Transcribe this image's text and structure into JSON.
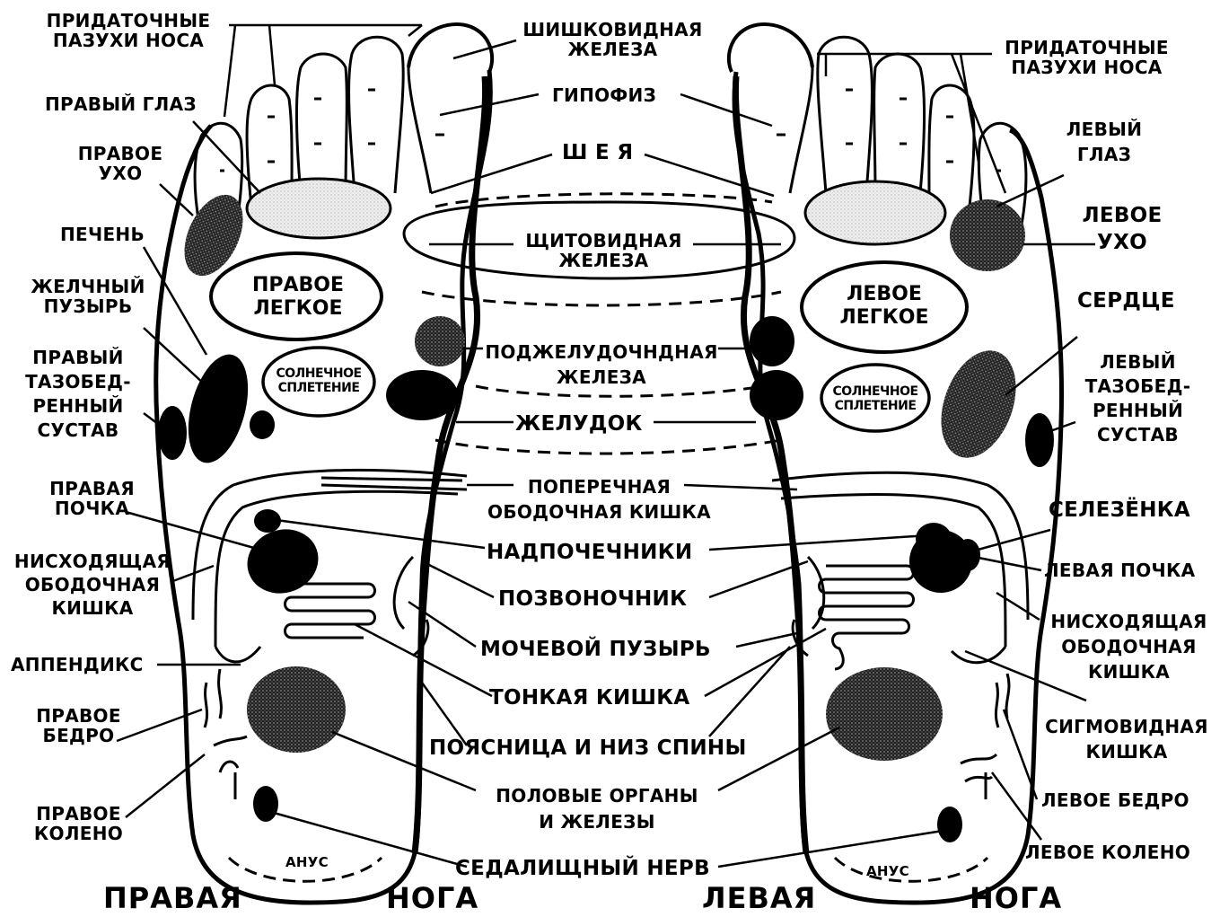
{
  "labels": {
    "sinuses_r": [
      "ПРИДАТОЧНЫЕ",
      "ПАЗУХИ НОСА"
    ],
    "right_eye": "ПРАВЫЙ ГЛАЗ",
    "right_ear": [
      "ПРАВОЕ",
      "УХО"
    ],
    "liver": "ПЕЧЕНЬ",
    "gallbladder": [
      "ЖЕЛЧНЫЙ",
      "ПУЗЫРЬ"
    ],
    "right_hip": [
      "ПРАВЫЙ",
      "ТАЗОБЕД-",
      "РЕННЫЙ",
      "СУСТАВ"
    ],
    "right_kidney": [
      "ПРАВАЯ",
      "ПОЧКА"
    ],
    "descending_colon_r": [
      "НИСХОДЯЩАЯ",
      "ОБОДОЧНАЯ",
      "КИШКА"
    ],
    "appendix": "АППЕНДИКС",
    "right_thigh": [
      "ПРАВОЕ",
      "БЕДРО"
    ],
    "right_knee": [
      "ПРАВОЕ",
      "КОЛЕНО"
    ],
    "pineal": [
      "ШИШКОВИДНАЯ",
      "ЖЕЛЕЗА"
    ],
    "pituitary": "ГИПОФИЗ",
    "neck": "Ш Е Я",
    "thyroid": [
      "ЩИТОВИДНАЯ",
      "ЖЕЛЕЗА"
    ],
    "pancreas": [
      "ПОДЖЕЛУДОЧНДНАЯ",
      "ЖЕЛЕЗА"
    ],
    "stomach": "ЖЕЛУДОК",
    "transverse_colon": [
      "ПОПЕРЕЧНАЯ",
      "ОБОДОЧНАЯ КИШКА"
    ],
    "adrenals": "НАДПОЧЕЧНИКИ",
    "spine": "ПОЗВОНОЧНИК",
    "bladder": "МОЧЕВОЙ ПУЗЫРЬ",
    "small_intestine": "ТОНКАЯ КИШКА",
    "lower_back": "ПОЯСНИЦА И НИЗ СПИНЫ",
    "genitals": [
      "ПОЛОВЫЕ ОРГАНЫ",
      "И ЖЕЛЕЗЫ"
    ],
    "sciatic": "СЕДАЛИЩНЫЙ НЕРВ",
    "sinuses_l": [
      "ПРИДАТОЧНЫЕ",
      "ПАЗУХИ НОСА"
    ],
    "left_eye": [
      "ЛЕВЫЙ",
      "ГЛАЗ"
    ],
    "left_ear": [
      "ЛЕВОЕ",
      "УХО"
    ],
    "heart": "СЕРДЦЕ",
    "left_hip": [
      "ЛЕВЫЙ",
      "ТАЗОБЕД-",
      "РЕННЫЙ",
      "СУСТАВ"
    ],
    "spleen": "СЕЛЕЗЁНКА",
    "left_kidney": "ЛЕВАЯ ПОЧКА",
    "descending_colon_l": [
      "НИСХОДЯЩАЯ",
      "ОБОДОЧНАЯ",
      "КИШКА"
    ],
    "sigmoid": [
      "СИГМОВИДНАЯ",
      "КИШКА"
    ],
    "left_thigh": "ЛЕВОЕ БЕДРО",
    "left_knee": "ЛЕВОЕ КОЛЕНО",
    "right_lung": [
      "ПРАВОЕ",
      "ЛЕГКОЕ"
    ],
    "left_lung": [
      "ЛЕВОЕ",
      "ЛЕГКОЕ"
    ],
    "solar_r": [
      "СОЛНЕЧНОЕ",
      "СПЛЕТЕНИЕ"
    ],
    "solar_l": [
      "СОЛНЕЧНОЕ",
      "СПЛЕТЕНИЕ"
    ],
    "anus_r": "АНУС",
    "anus_l": "АНУС"
  },
  "footer": {
    "right_a": "ПРАВАЯ",
    "right_b": "НОГА",
    "left_a": "ЛЕВАЯ",
    "left_b": "НОГА"
  }
}
